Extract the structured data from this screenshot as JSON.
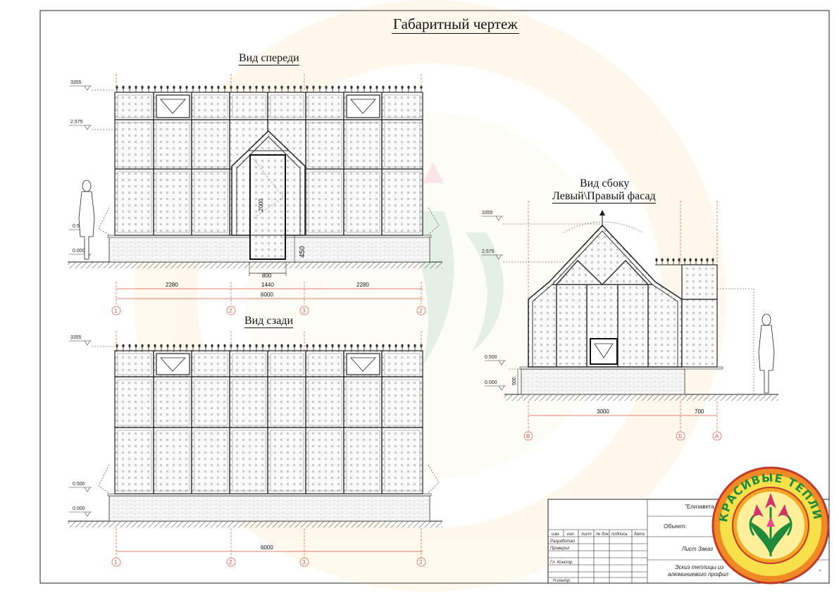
{
  "titles": {
    "main": "Габаритный чертеж",
    "front": "Вид спереди",
    "back": "Вид сзади",
    "side_line1": "Вид сбоку",
    "side_line2": "Левый\\Правый фасад"
  },
  "levels": {
    "top": "3355",
    "mid": "2.575",
    "base": "0.500",
    "zero": "0.000"
  },
  "front_dims": {
    "left": "2280",
    "center": "1440",
    "right": "2280",
    "total": "6000",
    "door_width": "800",
    "door_height": "2000",
    "plinth": "450"
  },
  "back_dims": {
    "total": "6000"
  },
  "side_dims": {
    "main": "3000",
    "ext": "700",
    "plinth": "500"
  },
  "axes": {
    "front": [
      "1",
      "2",
      "3",
      "2"
    ],
    "back": [
      "1",
      "2",
      "3",
      "2"
    ],
    "side": [
      "В",
      "Б",
      "А"
    ]
  },
  "stamp": {
    "client": "\"Елизавета",
    "object": "Объект:",
    "sheet": "Лист Заказ",
    "desc1": "Эскиз теплицы из",
    "desc2": "алюминиевого профил",
    "tail": "\"",
    "cols": [
      "изм.",
      "кол.",
      "лист",
      "№ док.",
      "подпись",
      "дата"
    ],
    "rows": [
      "Разработал",
      "Проверил",
      "",
      "Гл. Констр.",
      "",
      "Н.контр."
    ]
  },
  "logo": {
    "text": "КРАСИВЫЕ ТЕПЛИЦЫ"
  }
}
